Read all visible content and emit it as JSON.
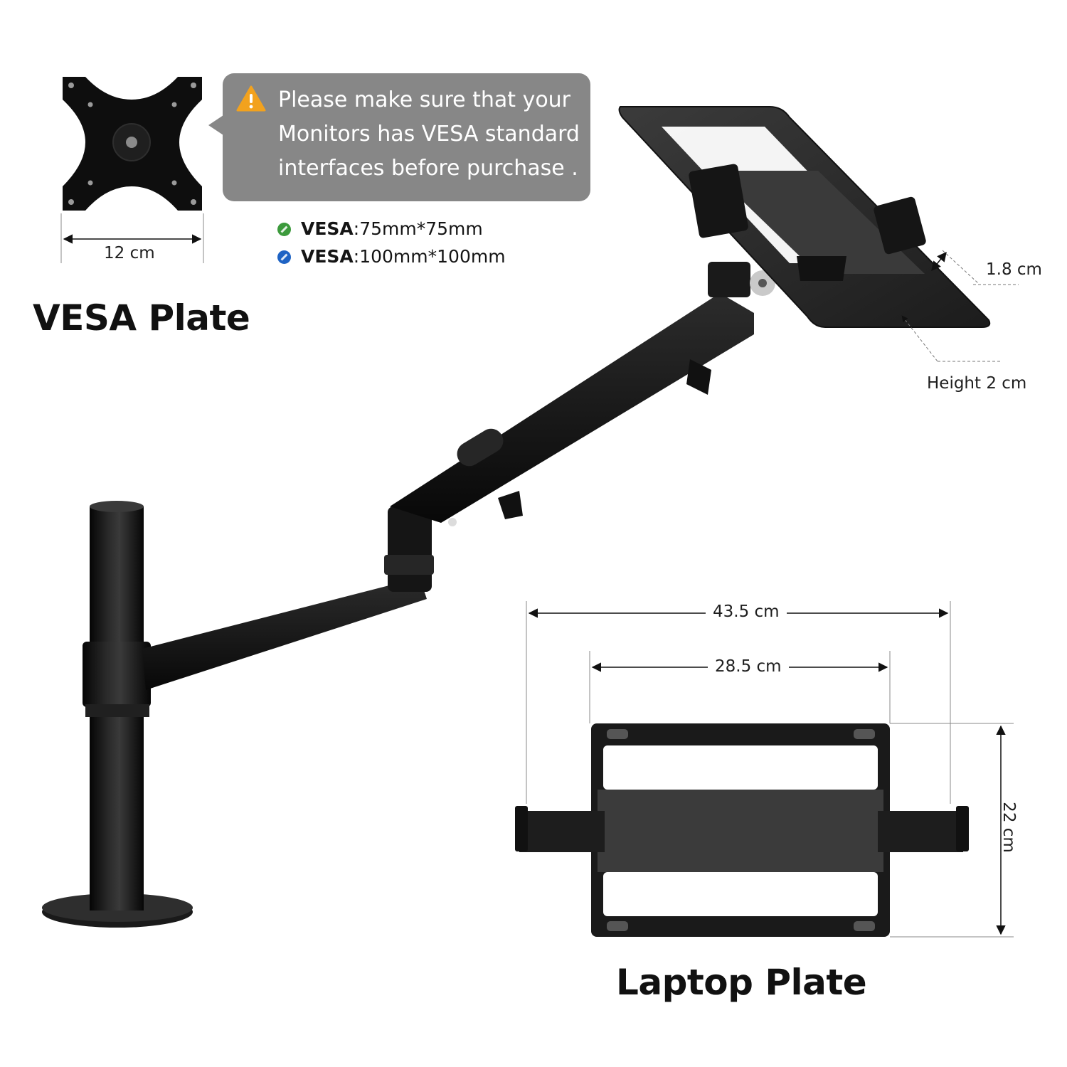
{
  "vesa_plate": {
    "title": "VESA Plate",
    "width_label": "12 cm"
  },
  "notice": {
    "icon": "warning-triangle-icon",
    "line1": "Please make sure that your",
    "line2": "Monitors has VESA standard",
    "line3": "interfaces before purchase ."
  },
  "vesa_specs": [
    {
      "key": "VESA",
      "value": ":75mm*75mm",
      "dot_color": "#3c9a3c"
    },
    {
      "key": "VESA",
      "value": ":100mm*100mm",
      "dot_color": "#1e63c4"
    }
  ],
  "tray": {
    "thickness_label": "1.8 cm",
    "height_label": "Height 2 cm"
  },
  "laptop_plate": {
    "title": "Laptop Plate",
    "total_width_label": "43.5 cm",
    "plate_width_label": "28.5 cm",
    "depth_label": "22 cm"
  },
  "colors": {
    "product": "#141414",
    "callout_bg": "#878787",
    "warning": "#f2a21e"
  }
}
